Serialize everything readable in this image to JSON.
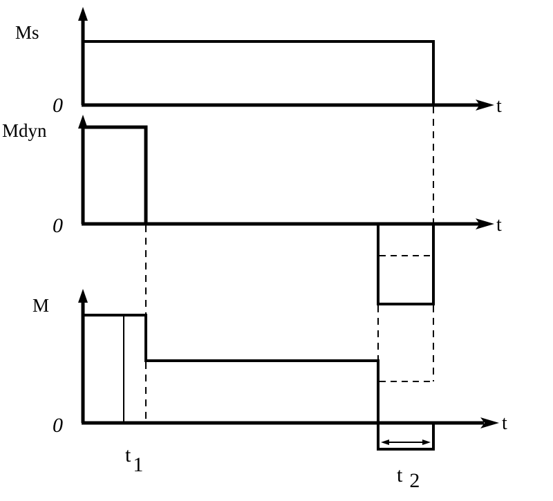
{
  "labels": {
    "ms": "Ms",
    "mdyn": "Mdyn",
    "m": "M",
    "zero": "0",
    "t_axis": "t",
    "t1_base": "t",
    "t1_sub": "1",
    "t2_base": "t",
    "t2_sub": "2"
  },
  "colors": {
    "line": "#000000",
    "background": "#ffffff"
  }
}
